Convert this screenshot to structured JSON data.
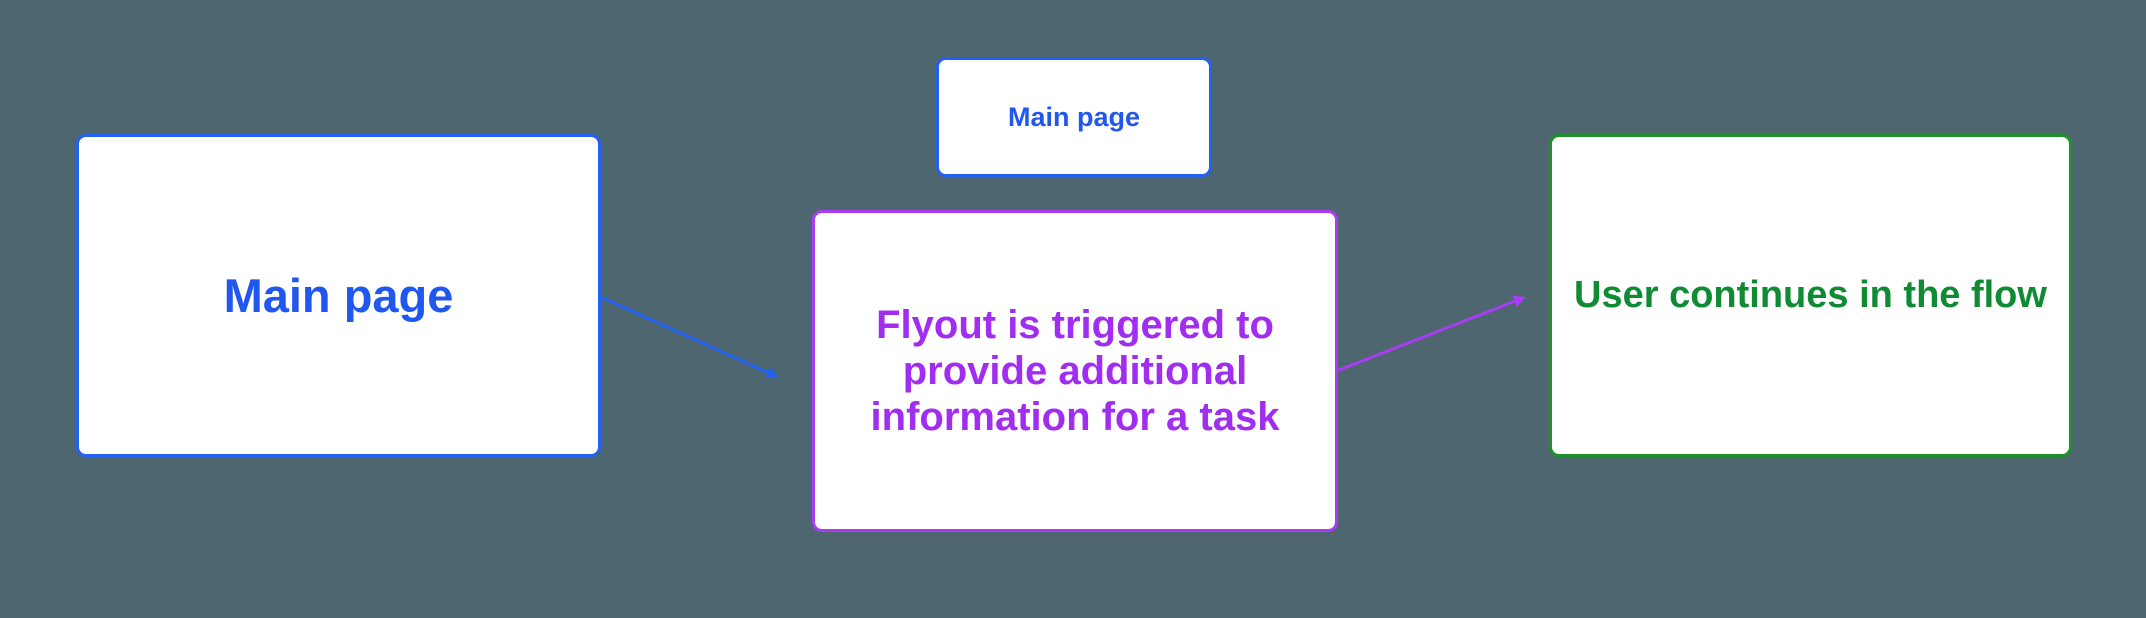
{
  "nodes": {
    "main_page": {
      "label": "Main page"
    },
    "main_page_small": {
      "label": "Main page"
    },
    "flyout": {
      "label": "Flyout is triggered to provide additional information for a task"
    },
    "user_continues": {
      "label": "User continues in the flow"
    }
  },
  "connectors": {
    "main_to_flyout": {
      "color_name": "blue"
    },
    "flyout_to_continue": {
      "color_name": "purple"
    }
  },
  "colors": {
    "background": "#4D6670",
    "node_fill": "#FFFFFF",
    "blue": "#2261F1",
    "blue_text": "#2058EF",
    "purple": "#AA3CF5",
    "purple_text": "#A02DF0",
    "green": "#1E9128",
    "green_text": "#0E8B33"
  }
}
